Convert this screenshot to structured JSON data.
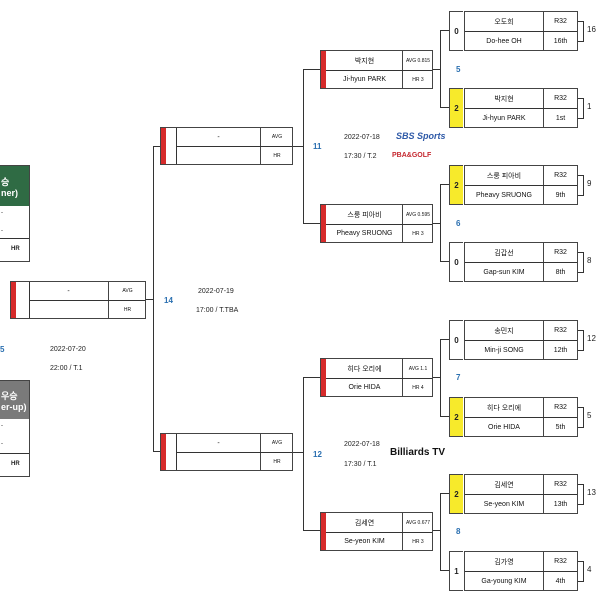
{
  "final": {
    "match_no": "14",
    "date": "2022-07-19",
    "time": "17:00 / T.TBA",
    "slot": {
      "name": "-",
      "avg": "AVG",
      "hr": "HR"
    }
  },
  "third_place": {
    "match_no_partial": "5",
    "date": "2022-07-20",
    "time": "22:00 / T.1"
  },
  "winner_card": {
    "line1": "승",
    "line2": "ner)",
    "dot1": "-",
    "dot2": "-",
    "hr": "HR"
  },
  "runnerup_card": {
    "line1": "우승",
    "line2": "er-up)",
    "dot1": "-",
    "dot2": "-",
    "hr": "HR"
  },
  "semi": [
    {
      "match_no": "11",
      "date": "2022-07-18",
      "time": "17:30 / T.2",
      "broadcast1": "SBS Sports",
      "broadcast2": "PBA&GOLF",
      "slot": {
        "name": "-",
        "avg": "AVG",
        "hr": "HR"
      }
    },
    {
      "match_no": "12",
      "date": "2022-07-18",
      "time": "17:30 / T.1",
      "broadcast1": "Billiards TV",
      "slot": {
        "name": "-",
        "avg": "AVG",
        "hr": "HR"
      }
    }
  ],
  "quarter": [
    {
      "name_kr": "박지현",
      "name_en": "Ji-hyun PARK",
      "avg": "AVG 0.815",
      "hr": "HR 3"
    },
    {
      "name_kr": "스룽 피아비",
      "name_en": "Pheavy SRUONG",
      "avg": "AVG 0.595",
      "hr": "HR 3"
    },
    {
      "name_kr": "히다 오리에",
      "name_en": "Orie HIDA",
      "avg": "AVG 1.1",
      "hr": "HR 4"
    },
    {
      "name_kr": "김세연",
      "name_en": "Se-yeon KIM",
      "avg": "AVG 0.677",
      "hr": "HR 3"
    }
  ],
  "r16_match_nos": [
    "5",
    "6",
    "7",
    "8"
  ],
  "r16": [
    {
      "score": "0",
      "name_kr": "오도희",
      "name_en": "Do-hee OH",
      "round": "R32",
      "rank": "16th",
      "seed": "16",
      "win": false
    },
    {
      "score": "2",
      "name_kr": "박지현",
      "name_en": "Ji-hyun PARK",
      "round": "R32",
      "rank": "1st",
      "seed": "1",
      "win": true
    },
    {
      "score": "2",
      "name_kr": "스룽 피아비",
      "name_en": "Pheavy SRUONG",
      "round": "R32",
      "rank": "9th",
      "seed": "9",
      "win": true
    },
    {
      "score": "0",
      "name_kr": "김갑선",
      "name_en": "Gap-sun KIM",
      "round": "R32",
      "rank": "8th",
      "seed": "8",
      "win": false
    },
    {
      "score": "0",
      "name_kr": "송민지",
      "name_en": "Min-ji SONG",
      "round": "R32",
      "rank": "12th",
      "seed": "12",
      "win": false
    },
    {
      "score": "2",
      "name_kr": "히다 오리에",
      "name_en": "Orie HIDA",
      "round": "R32",
      "rank": "5th",
      "seed": "5",
      "win": true
    },
    {
      "score": "2",
      "name_kr": "김세연",
      "name_en": "Se-yeon KIM",
      "round": "R32",
      "rank": "13th",
      "seed": "13",
      "win": true
    },
    {
      "score": "1",
      "name_kr": "김가영",
      "name_en": "Ga-young KIM",
      "round": "R32",
      "rank": "4th",
      "seed": "4",
      "win": false
    }
  ],
  "colors": {
    "accent_red": "#d62b2b",
    "winner_yellow": "#f7ea2b",
    "match_blue": "#2a6fb0",
    "winner_green": "#2f6b44",
    "runnerup_gray": "#7a7a7a"
  }
}
